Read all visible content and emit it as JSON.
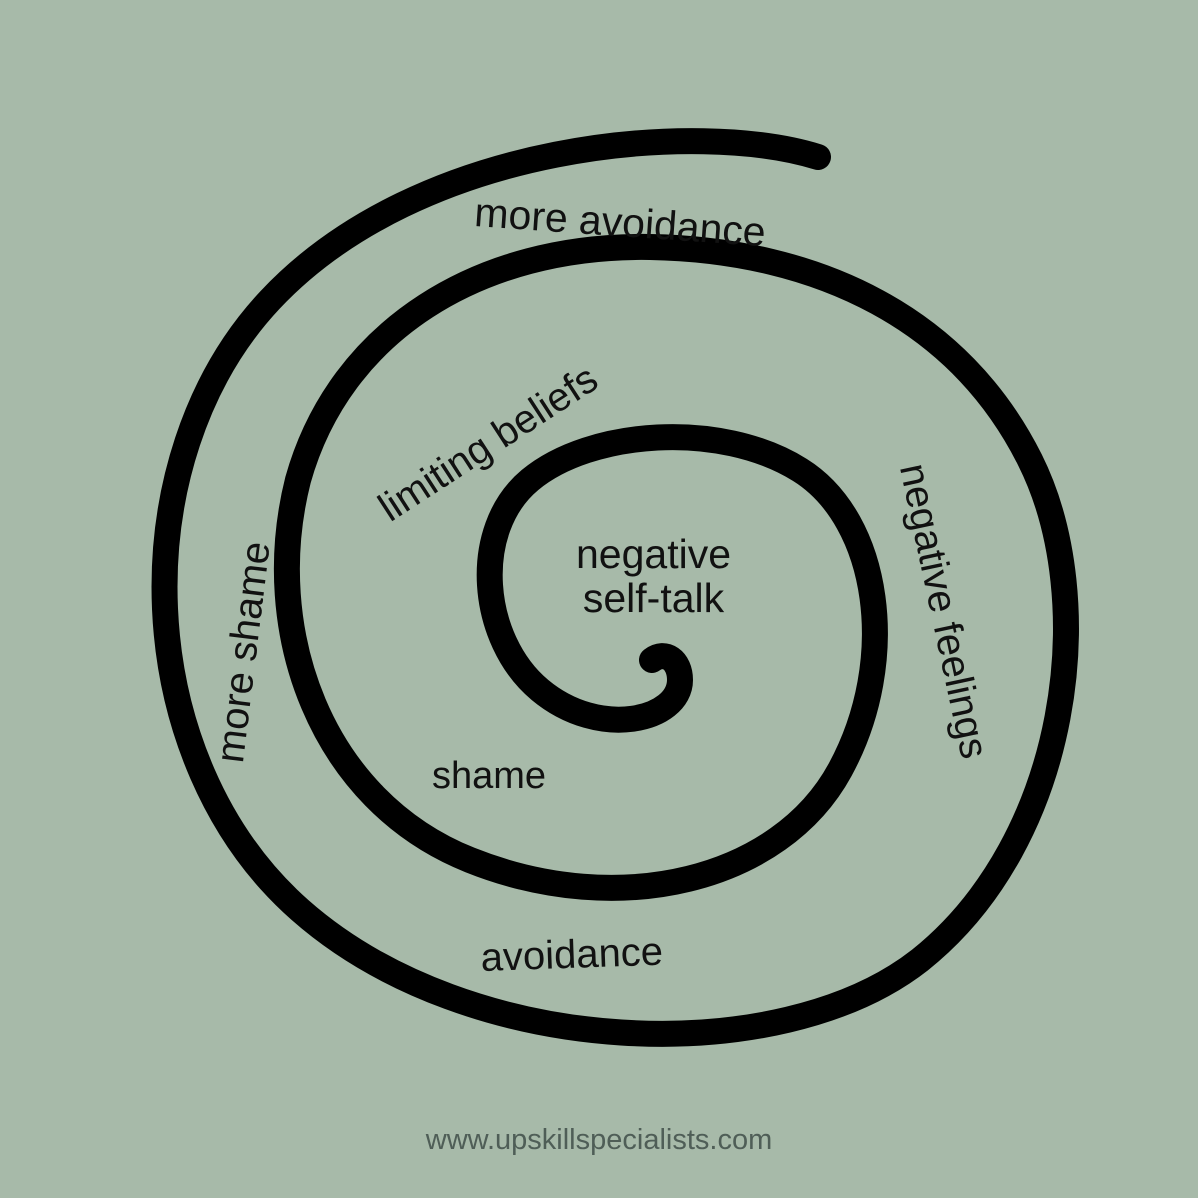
{
  "labels": {
    "more_avoidance": "more avoidance",
    "limiting_beliefs": "limiting beliefs",
    "center_line1": "negative",
    "center_line2": "self-talk",
    "negative_feelings": "negative feelings",
    "more_shame": "more shame",
    "shame": "shame",
    "avoidance": "avoidance"
  },
  "footer": {
    "url": "www.upskillspecialists.com"
  },
  "colors": {
    "background": "#a7baa9",
    "spiral": "#000000",
    "text": "#111111",
    "url": "#4f5e57"
  }
}
